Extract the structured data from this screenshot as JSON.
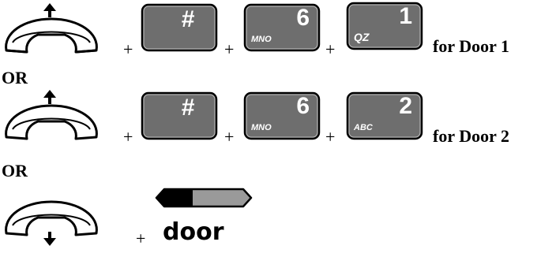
{
  "rows": [
    {
      "handset": "off-hook",
      "keys": [
        {
          "main": "#",
          "sub": ""
        },
        {
          "main": "6",
          "sub": "MNO"
        },
        {
          "main": "1",
          "sub": "QZ"
        }
      ],
      "caption": "for Door 1"
    },
    {
      "handset": "off-hook",
      "keys": [
        {
          "main": "#",
          "sub": ""
        },
        {
          "main": "6",
          "sub": "MNO"
        },
        {
          "main": "2",
          "sub": "ABC"
        }
      ],
      "caption": "for Door 2"
    },
    {
      "handset": "on-hook",
      "softkey_label": "door"
    }
  ],
  "separators": [
    "OR",
    "OR"
  ],
  "plus_sign": "+",
  "colors": {
    "key_face": "#6e6e6e",
    "key_outline": "#000000",
    "key_text": "#ffffff",
    "softkey_fill": "#9a9a9a"
  }
}
